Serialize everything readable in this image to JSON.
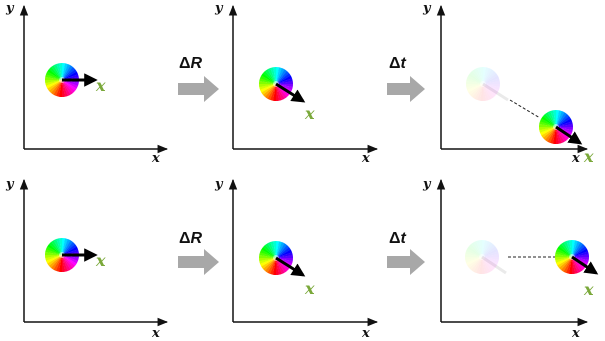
{
  "axes": {
    "x_label": "x",
    "y_label": "y"
  },
  "vector_label": "x",
  "operations": {
    "rotation": {
      "symbol": "Δ",
      "letter": "R"
    },
    "translation": {
      "symbol": "Δ",
      "letter": "t"
    }
  },
  "colors": {
    "axis": "#111111",
    "arrow_body": "#000000",
    "vector_label": "#7aa83a",
    "op_arrow": "#a8a8a8",
    "dashed_link": "#222222"
  },
  "rows": [
    {
      "name": "row-1",
      "panels": [
        "initial",
        "after-rotation",
        "after-translation"
      ]
    },
    {
      "name": "row-2",
      "panels": [
        "initial",
        "after-rotation",
        "after-translation"
      ]
    }
  ]
}
